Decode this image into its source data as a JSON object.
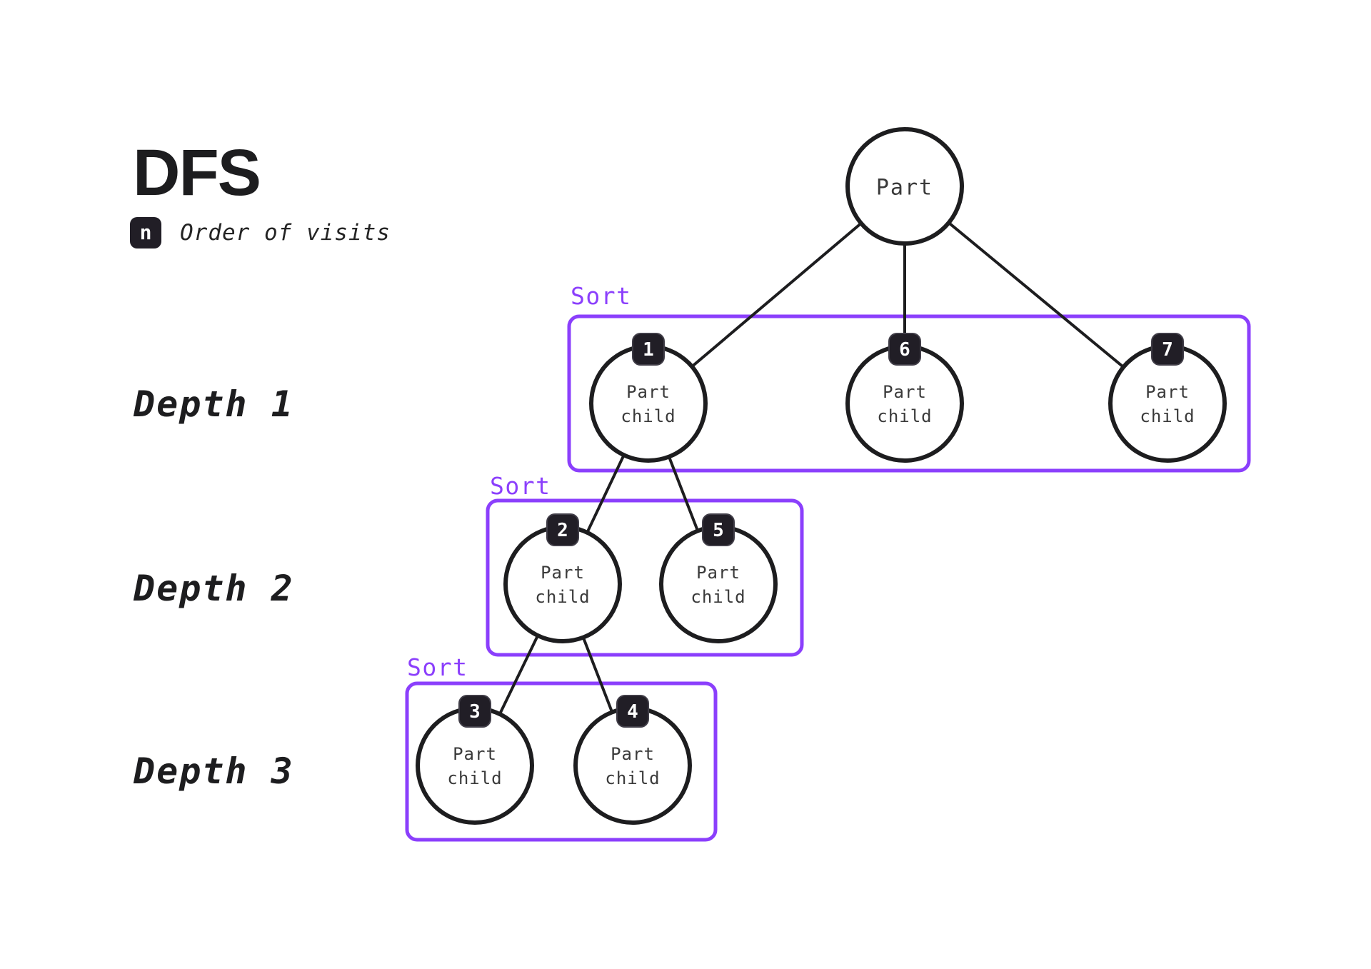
{
  "header": {
    "title": "DFS",
    "legend_badge": "n",
    "legend_text": "Order of visits"
  },
  "colors": {
    "accent_purple": "#8b3ffc",
    "ink": "#1d1d1f",
    "badge_background": "#211e26",
    "node_text": "#3a3a3a",
    "background": "#ffffff"
  },
  "tree": {
    "root": {
      "label": "Part"
    },
    "depths": [
      {
        "label": "Depth 1",
        "sort_label": "Sort",
        "nodes": [
          {
            "order": "1",
            "line1": "Part",
            "line2": "child"
          },
          {
            "order": "6",
            "line1": "Part",
            "line2": "child"
          },
          {
            "order": "7",
            "line1": "Part",
            "line2": "child"
          }
        ]
      },
      {
        "label": "Depth 2",
        "sort_label": "Sort",
        "nodes": [
          {
            "order": "2",
            "line1": "Part",
            "line2": "child"
          },
          {
            "order": "5",
            "line1": "Part",
            "line2": "child"
          }
        ]
      },
      {
        "label": "Depth 3",
        "sort_label": "Sort",
        "nodes": [
          {
            "order": "3",
            "line1": "Part",
            "line2": "child"
          },
          {
            "order": "4",
            "line1": "Part",
            "line2": "child"
          }
        ]
      }
    ]
  }
}
